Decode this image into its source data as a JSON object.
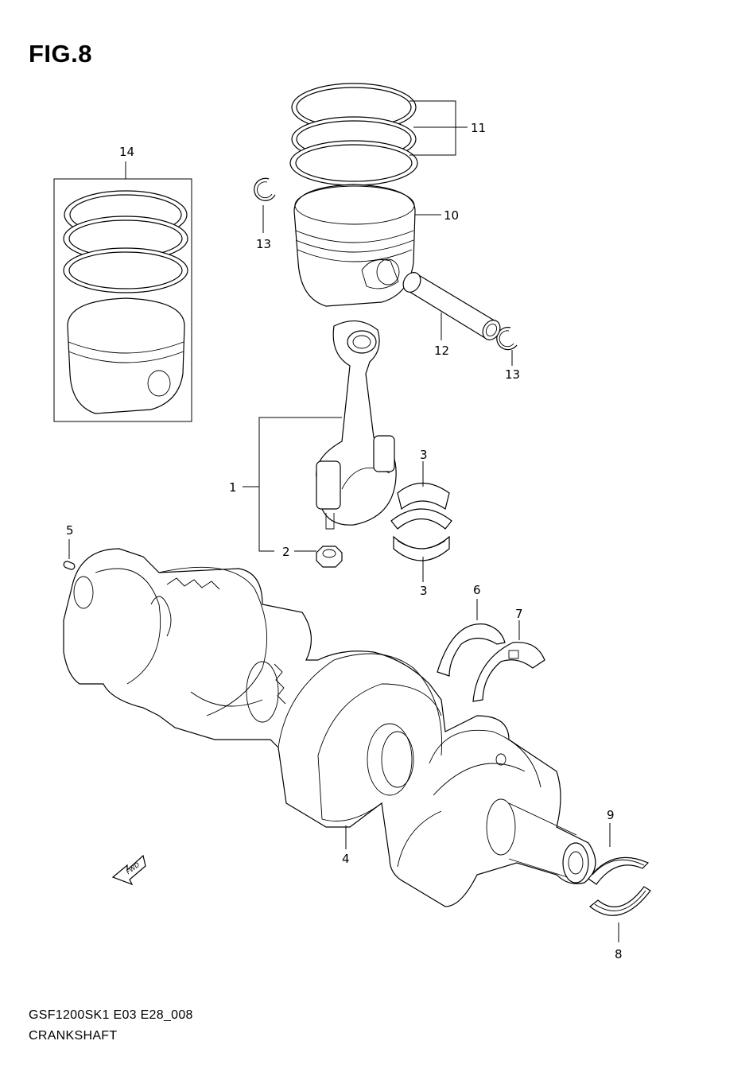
{
  "figure": {
    "title": "FIG.8"
  },
  "callouts": [
    {
      "id": "11",
      "label": "11"
    },
    {
      "id": "14",
      "label": "14"
    },
    {
      "id": "10",
      "label": "10"
    },
    {
      "id": "13a",
      "label": "13"
    },
    {
      "id": "12",
      "label": "12"
    },
    {
      "id": "13b",
      "label": "13"
    },
    {
      "id": "3a",
      "label": "3"
    },
    {
      "id": "1",
      "label": "1"
    },
    {
      "id": "5",
      "label": "5"
    },
    {
      "id": "2",
      "label": "2"
    },
    {
      "id": "3b",
      "label": "3"
    },
    {
      "id": "6",
      "label": "6"
    },
    {
      "id": "7",
      "label": "7"
    },
    {
      "id": "9",
      "label": "9"
    },
    {
      "id": "4",
      "label": "4"
    },
    {
      "id": "8",
      "label": "8"
    }
  ],
  "fwd_marker": {
    "label": "FWD"
  },
  "footer": {
    "code": "GSF1200SK1 E03 E28_008",
    "name": "CRANKSHAFT"
  }
}
